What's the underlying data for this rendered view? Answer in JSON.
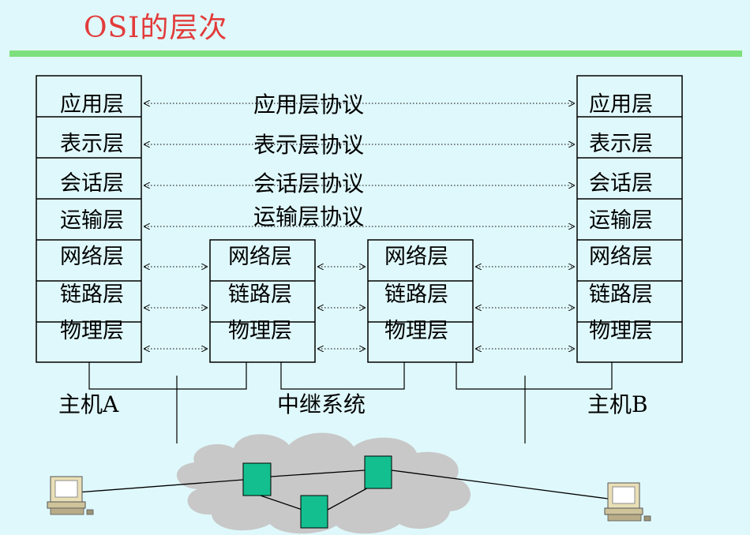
{
  "title": "OSI的层次",
  "colors": {
    "title": "#e33b3b",
    "title_rule": "#7de07c",
    "background": "#dff8fb",
    "cloud": "#c8c8c8",
    "router": "#13bf8f"
  },
  "host_a": {
    "label": "主机A",
    "layers": [
      "应用层",
      "表示层",
      "会话层",
      "运输层",
      "网络层",
      "链路层",
      "物理层"
    ]
  },
  "host_b": {
    "label": "主机B",
    "layers": [
      "应用层",
      "表示层",
      "会话层",
      "运输层",
      "网络层",
      "链路层",
      "物理层"
    ]
  },
  "relay_1": {
    "layers": [
      "网络层",
      "链路层",
      "物理层"
    ]
  },
  "relay_2": {
    "layers": [
      "网络层",
      "链路层",
      "物理层"
    ]
  },
  "relay_label": "中继系统",
  "protocols": [
    "应用层协议",
    "表示层协议",
    "会话层协议",
    "运输层协议"
  ],
  "icons": {
    "left_computer": "computer-icon",
    "right_computer": "computer-icon",
    "network": "cloud-network-icon",
    "router": "router-icon"
  }
}
